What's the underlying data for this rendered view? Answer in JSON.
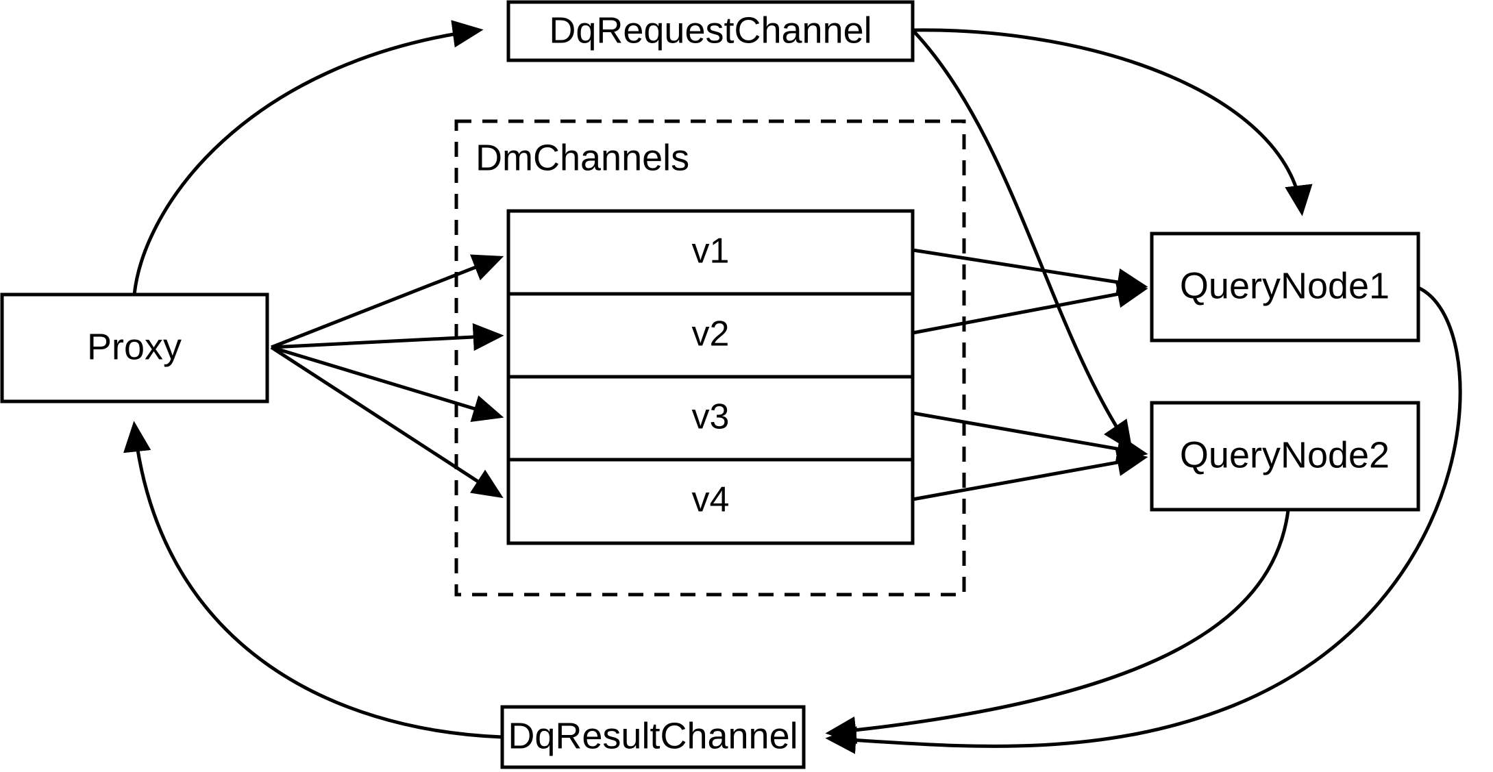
{
  "diagram": {
    "title": "Milvus query flow: Proxy, DmChannels, QueryNodes",
    "background_color": "#ffffff",
    "stroke_color": "#000000",
    "nodes": {
      "proxy": {
        "label": "Proxy"
      },
      "dq_request_channel": {
        "label": "DqRequestChannel"
      },
      "dq_result_channel": {
        "label": "DqResultChannel"
      },
      "query_node_1": {
        "label": "QueryNode1"
      },
      "query_node_2": {
        "label": "QueryNode2"
      }
    },
    "group": {
      "label": "DmChannels",
      "style": "dashed",
      "rows": [
        {
          "label": "v1"
        },
        {
          "label": "v2"
        },
        {
          "label": "v3"
        },
        {
          "label": "v4"
        }
      ]
    },
    "edges": [
      {
        "from": "Proxy",
        "to": "DqRequestChannel",
        "arrow": "end"
      },
      {
        "from": "Proxy",
        "to": "v1",
        "arrow": "end"
      },
      {
        "from": "Proxy",
        "to": "v2",
        "arrow": "end"
      },
      {
        "from": "Proxy",
        "to": "v3",
        "arrow": "end"
      },
      {
        "from": "Proxy",
        "to": "v4",
        "arrow": "end"
      },
      {
        "from": "DqRequestChannel",
        "to": "QueryNode1",
        "arrow": "end"
      },
      {
        "from": "DqRequestChannel",
        "to": "QueryNode2",
        "arrow": "end"
      },
      {
        "from": "v1",
        "to": "QueryNode1",
        "arrow": "end"
      },
      {
        "from": "v2",
        "to": "QueryNode1",
        "arrow": "end"
      },
      {
        "from": "v3",
        "to": "QueryNode2",
        "arrow": "end"
      },
      {
        "from": "v4",
        "to": "QueryNode2",
        "arrow": "end"
      },
      {
        "from": "QueryNode1",
        "to": "DqResultChannel",
        "arrow": "end"
      },
      {
        "from": "QueryNode2",
        "to": "DqResultChannel",
        "arrow": "end"
      },
      {
        "from": "DqResultChannel",
        "to": "Proxy",
        "arrow": "end"
      }
    ]
  }
}
